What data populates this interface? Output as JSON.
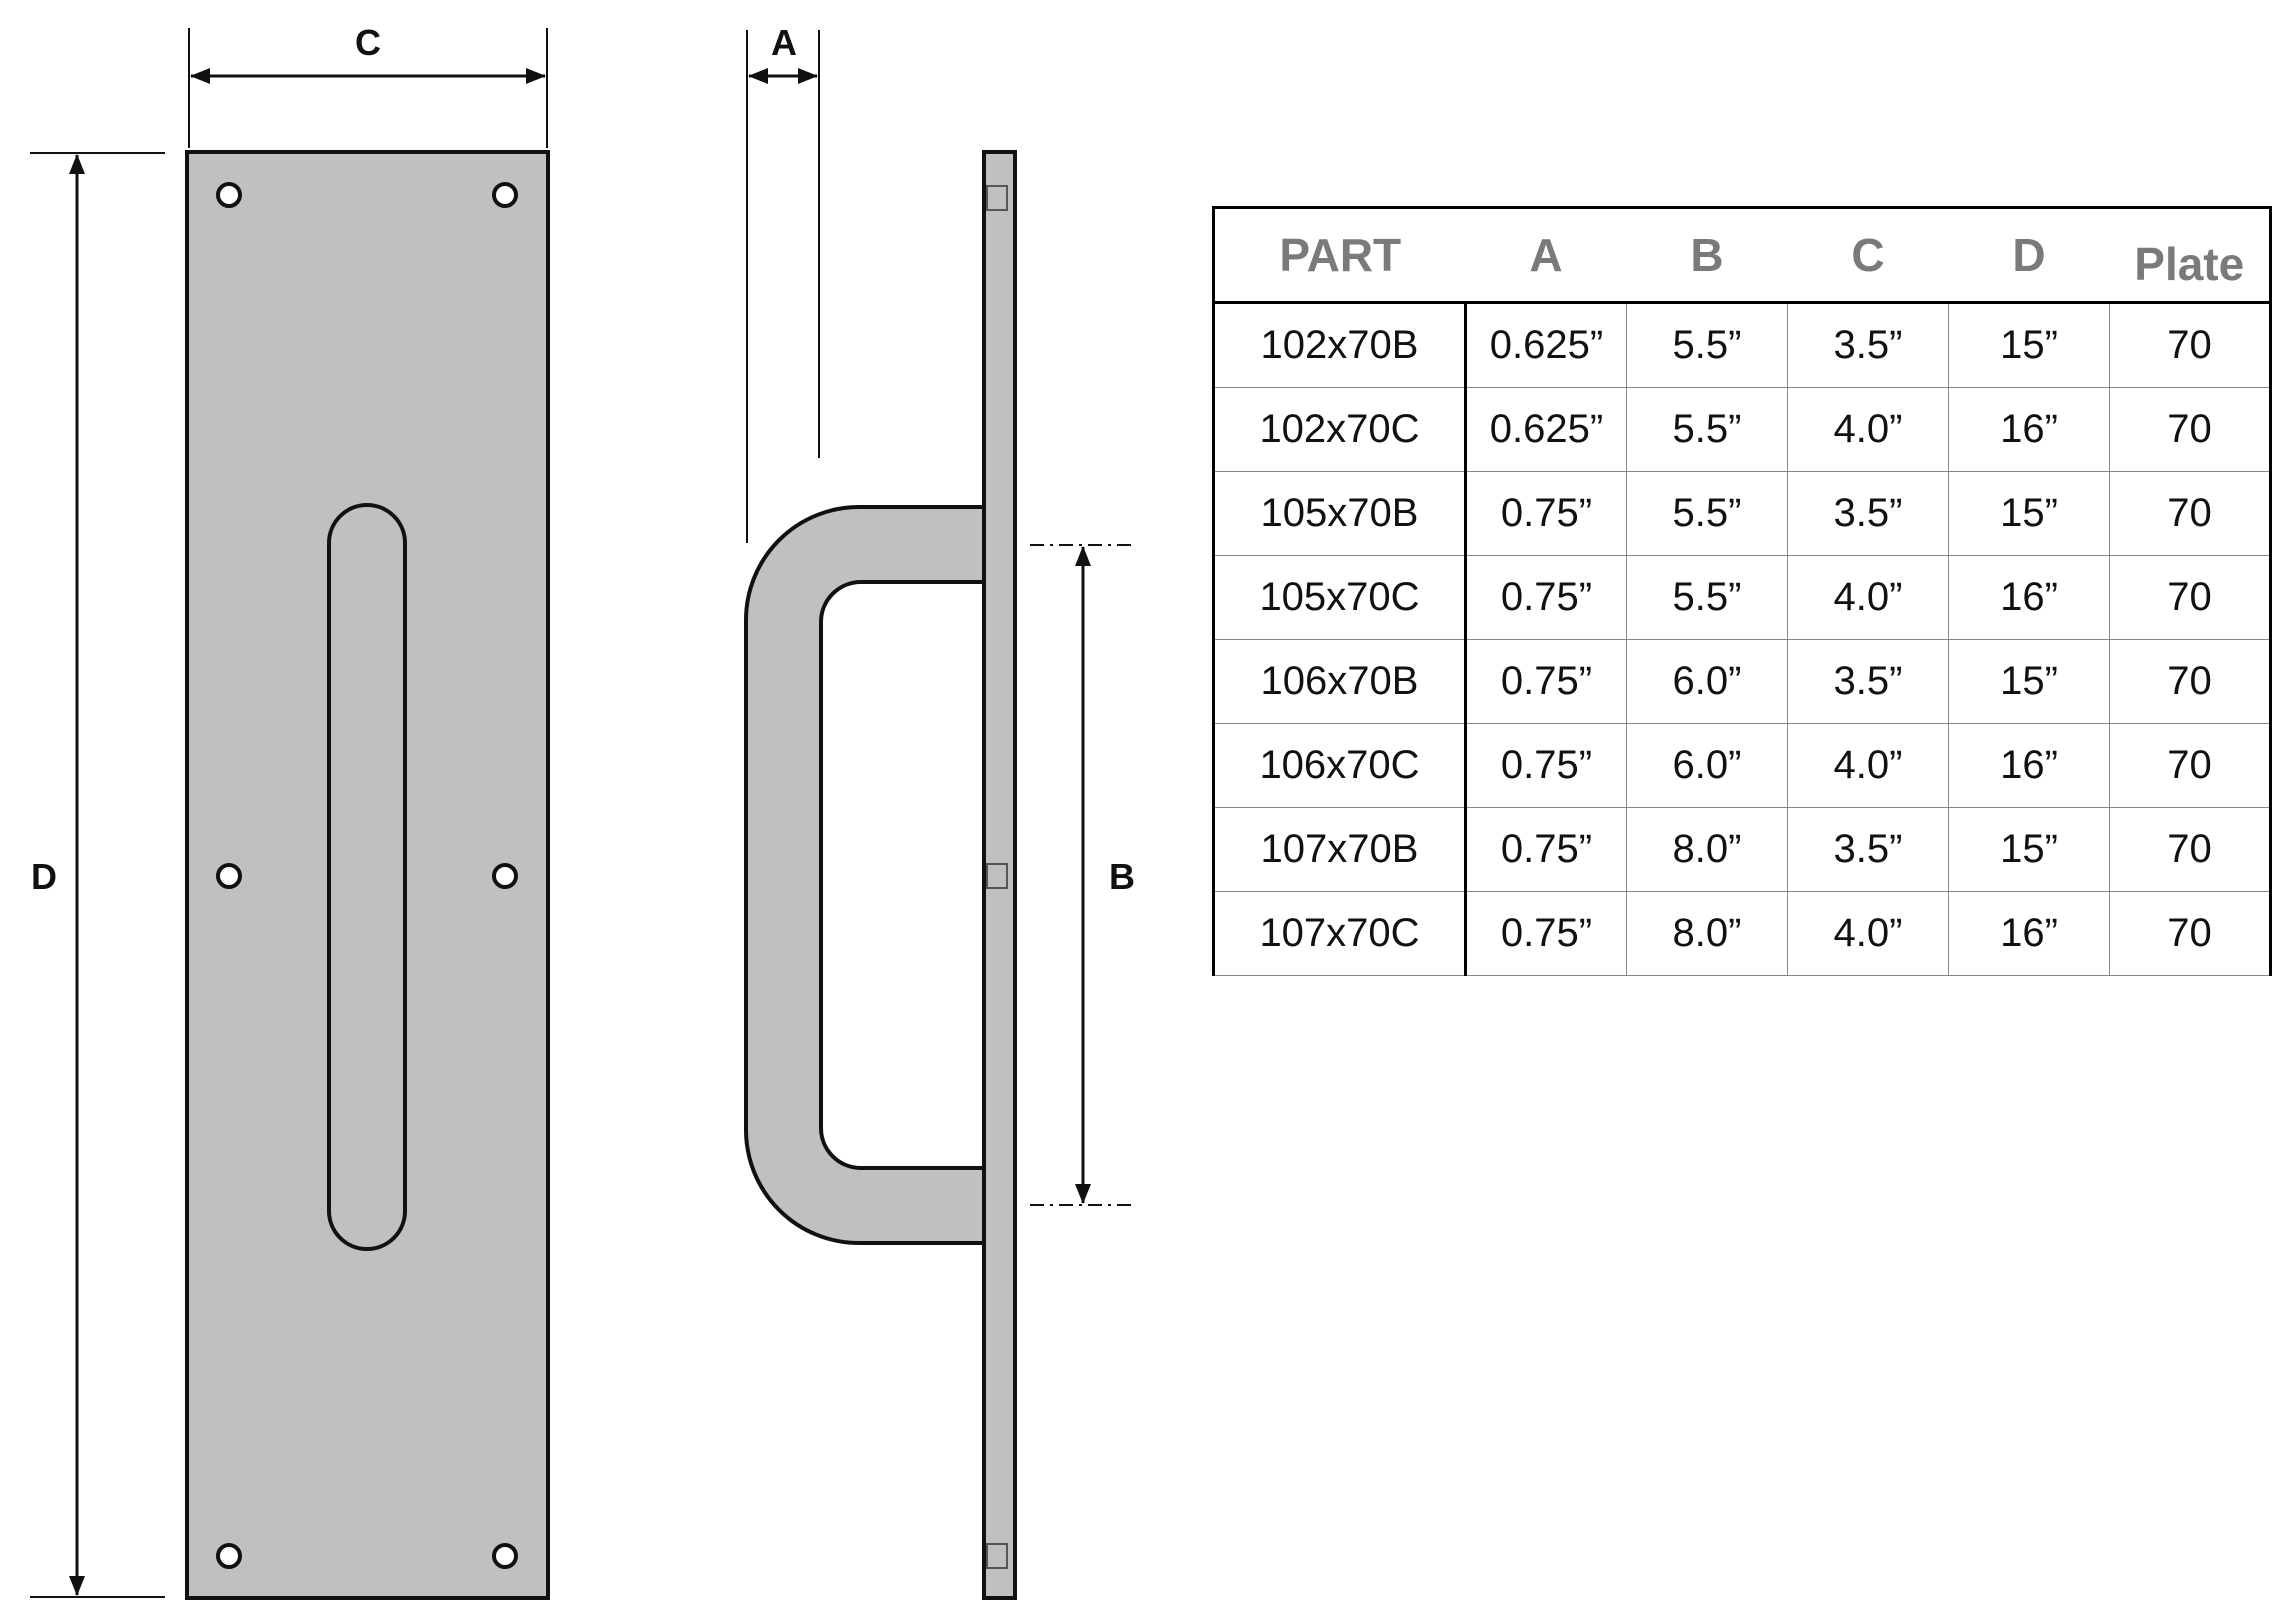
{
  "colors": {
    "plate_fill": "#c0c0c0",
    "outline": "#111111",
    "header_text": "#7a7a7a"
  },
  "dimension_labels": {
    "A": "A",
    "B": "B",
    "C": "C",
    "D": "D"
  },
  "table": {
    "headers": [
      "PART",
      "A",
      "B",
      "C",
      "D",
      "Plate"
    ],
    "rows": [
      [
        "102x70B",
        "0.625”",
        "5.5”",
        "3.5”",
        "15”",
        "70"
      ],
      [
        "102x70C",
        "0.625”",
        "5.5”",
        "4.0”",
        "16”",
        "70"
      ],
      [
        "105x70B",
        "0.75”",
        "5.5”",
        "3.5”",
        "15”",
        "70"
      ],
      [
        "105x70C",
        "0.75”",
        "5.5”",
        "4.0”",
        "16”",
        "70"
      ],
      [
        "106x70B",
        "0.75”",
        "6.0”",
        "3.5”",
        "15”",
        "70"
      ],
      [
        "106x70C",
        "0.75”",
        "6.0”",
        "4.0”",
        "16”",
        "70"
      ],
      [
        "107x70B",
        "0.75”",
        "8.0”",
        "3.5”",
        "15”",
        "70"
      ],
      [
        "107x70C",
        "0.75”",
        "8.0”",
        "4.0”",
        "16”",
        "70"
      ]
    ]
  }
}
